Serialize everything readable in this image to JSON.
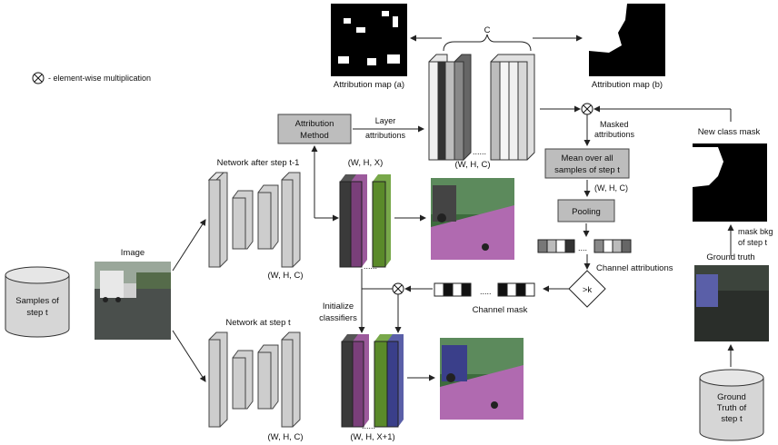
{
  "legend": {
    "symbol": "⊗",
    "text": "- element-wise multiplication"
  },
  "database": {
    "line1": "Samples of",
    "line2": "step t"
  },
  "ground_truth_db": {
    "line1": "Ground",
    "line2": "Truth of",
    "line3": "step t"
  },
  "labels": {
    "image": "Image",
    "net_prev": "Network after step t-1",
    "net_cur": "Network at step t",
    "whc_prev": "(W, H, C)",
    "whc_cur": "(W, H, C)",
    "whx": "(W, H, X)",
    "whx1": "(W, H, X+1)",
    "attr_method_1": "Attribution",
    "attr_method_2": "Method",
    "layer_attr_1": "Layer",
    "layer_attr_2": "attributions",
    "c_brace": "C",
    "attr_map_a": "Attribution map (a)",
    "attr_map_b": "Attribution map (b)",
    "whc_stack": "(W, H, C)",
    "dots_stack": "......",
    "masked_1": "Masked",
    "masked_2": "attributions",
    "new_class_mask": "New class mask",
    "mean_1": "Mean over all",
    "mean_2": "samples of step t",
    "whc_mean": "(W, H, C)",
    "pooling": "Pooling",
    "channel_attr": "Channel attributions",
    "threshold": ">k",
    "channel_mask": "Channel mask",
    "init_1": "Initialize",
    "init_2": "classifiers",
    "mask_bkg_1": "mask bkg",
    "mask_bkg_2": "of step t",
    "ground_truth": "Ground truth",
    "dots_small": "......",
    "dots_small2": "......",
    "dots_small3": "....",
    "dots_small4": "....."
  },
  "colors": {
    "purple": "#7a3f7a",
    "green": "#5a8a2a",
    "navy": "#3a3f8a",
    "dark": "#3a3a3a",
    "block_gray": "#cfcfcf",
    "seg_purple": "#b06ab0"
  }
}
